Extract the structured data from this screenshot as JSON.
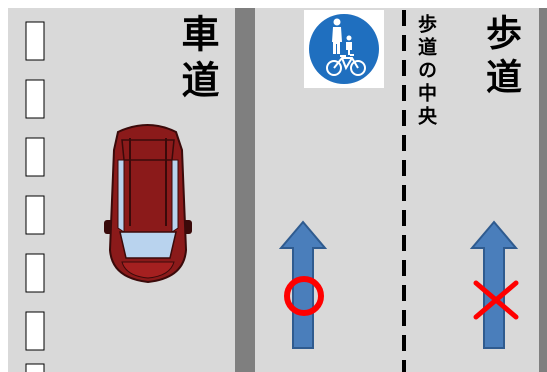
{
  "labels": {
    "roadway": "車道",
    "sidewalk": "歩道",
    "sidewalk_center": "歩道の中央"
  },
  "marks": {
    "allowed": "○",
    "not_allowed": "×"
  },
  "icons": {
    "sign": "pedestrian-bicycle-sign-icon",
    "car": "car-icon",
    "arrow": "up-arrow-icon"
  },
  "colors": {
    "road_gray": "#d9d9d9",
    "curb_gray": "#7f7f7f",
    "sign_blue": "#1f6fbf",
    "arrow_blue": "#4a7ebb",
    "car_red": "#8b1a1a",
    "mark_red": "#ff0000"
  }
}
